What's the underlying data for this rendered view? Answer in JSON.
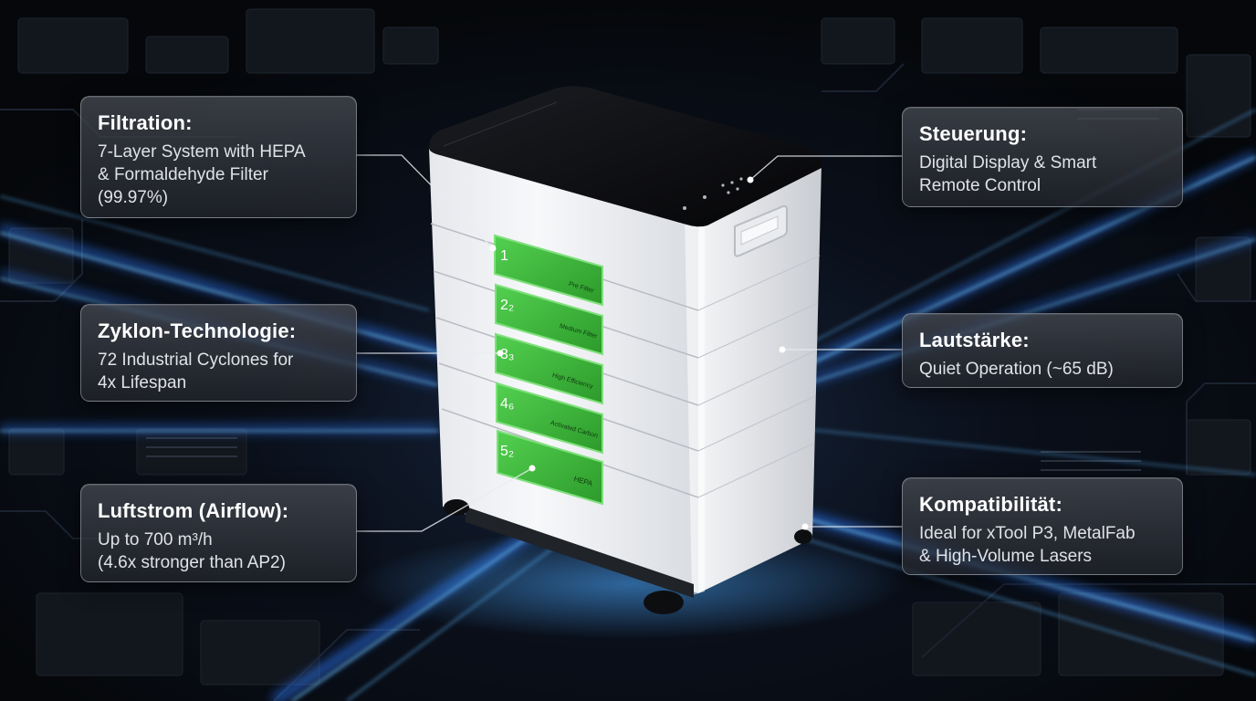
{
  "callouts": {
    "filtration": {
      "title": "Filtration:",
      "text": "7-Layer System with HEPA\n& Formaldehyde Filter\n(99.97%)"
    },
    "zyklon": {
      "title": "Zyklon-Technologie:",
      "text": "72 Industrial Cyclones for\n4x Lifespan"
    },
    "luftstrom": {
      "title": "Luftstrom (Airflow):",
      "text": "Up to 700 m³/h\n(4.6x stronger than AP2)"
    },
    "steuerung": {
      "title": "Steuerung:",
      "text": "Digital Display & Smart\nRemote Control"
    },
    "lautstaerke": {
      "title": "Lautstärke:",
      "text": "Quiet Operation (~65 dB)"
    },
    "kompatibilitaet": {
      "title": "Kompatibilität:",
      "text": "Ideal for xTool P3, MetalFab\n& High-Volume Lasers"
    }
  },
  "drawers": [
    {
      "number": "1",
      "label": "Pre Filter"
    },
    {
      "number": "2₂",
      "label": "Medium Filter"
    },
    {
      "number": "3₃",
      "label": "High Efficiency"
    },
    {
      "number": "4₆",
      "label": "Activated Carbon"
    },
    {
      "number": "5₂",
      "label": "HEPA"
    }
  ],
  "colors": {
    "background": "#07090d",
    "accent_blue": "#3aa0ff",
    "drawer_green": "#3db83a",
    "unit_white": "#f1f2f4",
    "unit_top": "#0c0d10"
  }
}
